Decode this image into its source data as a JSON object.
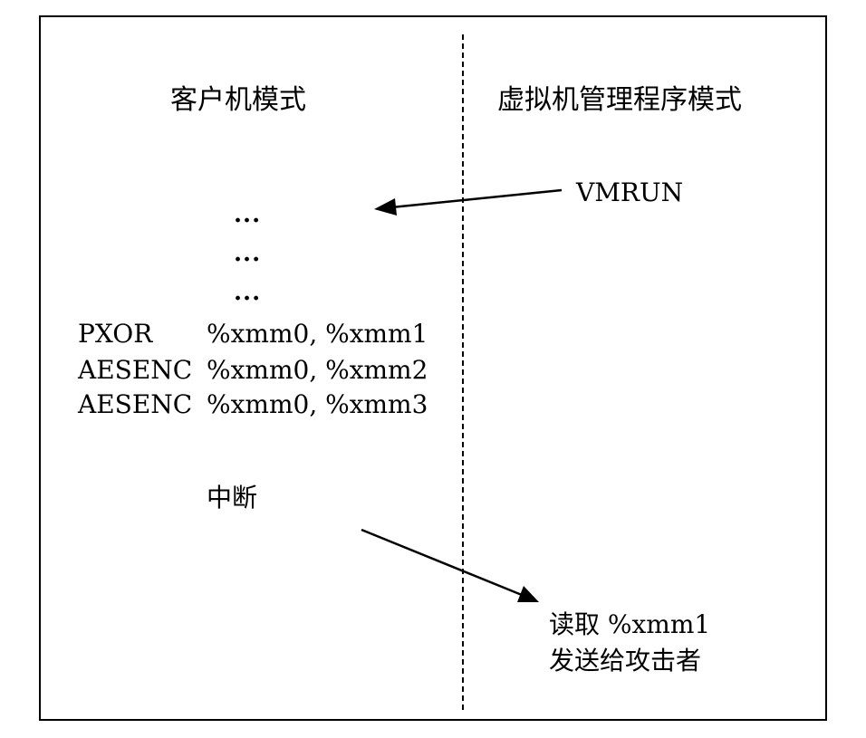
{
  "guest_mode": {
    "title": "客户机模式"
  },
  "hypervisor_mode": {
    "title": "虚拟机管理程序模式"
  },
  "vmrun_label": "VMRUN",
  "ellipses": [
    "...",
    "...",
    "..."
  ],
  "instructions": [
    {
      "op": "PXOR",
      "args": "%xmm0, %xmm1"
    },
    {
      "op": "AESENC",
      "args": "%xmm0, %xmm2"
    },
    {
      "op": "AESENC",
      "args": "%xmm0, %xmm3"
    }
  ],
  "interrupt_label": "中断",
  "attacker_steps": [
    "读取 %xmm1",
    "发送给攻击者"
  ]
}
